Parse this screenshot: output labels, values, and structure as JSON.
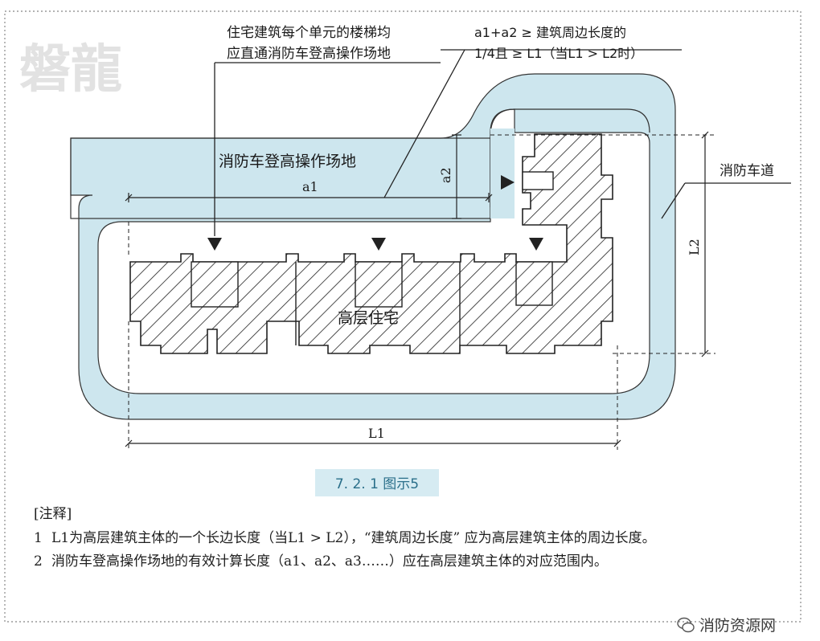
{
  "logo_text": "磐龍",
  "labels": {
    "stair_note_line1": "住宅建筑每个单元的楼梯均",
    "stair_note_line2": "应直通消防车登高操作场地",
    "rule_line1": "a1+a2 ≥ 建筑周边长度的",
    "rule_line2": "1/4且 ≥ L1（当L1 > L2时）",
    "operation_area": "消防车登高操作场地",
    "fire_lane": "消防车道",
    "building": "高层住宅",
    "dim_a1": "a1",
    "dim_a2": "a2",
    "dim_L1": "L1",
    "dim_L2": "L2"
  },
  "caption": "7. 2. 1  图示5",
  "notes": {
    "header": "[注释]",
    "items": [
      {
        "num": "1",
        "text": "L1为高层建筑主体的一个长边长度（当L1 > L2），“建筑周边长度” 应为高层建筑主体的周边长度。"
      },
      {
        "num": "2",
        "text": "消防车登高操作场地的有效计算长度（a1、a2、a3……）应在高层建筑主体的对应范围内。"
      }
    ]
  },
  "watermark": "消防资源网",
  "colors": {
    "lane_fill": "#cde6ee",
    "frame_border": "#9a9a9a",
    "caption_bg": "#d6ebf2",
    "caption_text": "#2a6f8a",
    "hatch": "#222222"
  }
}
